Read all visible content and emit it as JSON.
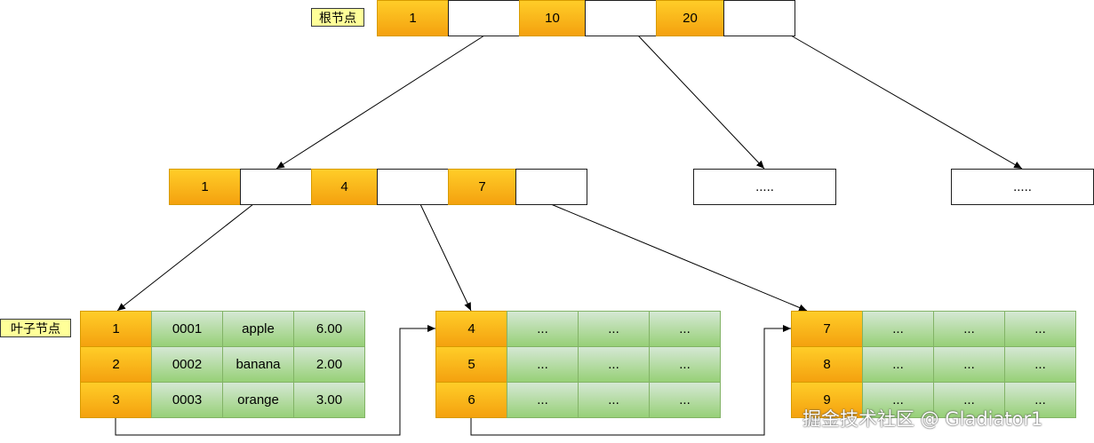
{
  "labels": {
    "root": "根节点",
    "leaf": "叶子节点"
  },
  "root": {
    "keys": [
      "1",
      "10",
      "20"
    ]
  },
  "internal": {
    "keys": [
      "1",
      "4",
      "7"
    ]
  },
  "placeholders": [
    ".....",
    "....."
  ],
  "leaves": [
    {
      "rows": [
        {
          "key": "1",
          "cols": [
            "0001",
            "apple",
            "6.00"
          ]
        },
        {
          "key": "2",
          "cols": [
            "0002",
            "banana",
            "2.00"
          ]
        },
        {
          "key": "3",
          "cols": [
            "0003",
            "orange",
            "3.00"
          ]
        }
      ]
    },
    {
      "rows": [
        {
          "key": "4",
          "cols": [
            "...",
            "...",
            "..."
          ]
        },
        {
          "key": "5",
          "cols": [
            "...",
            "...",
            "..."
          ]
        },
        {
          "key": "6",
          "cols": [
            "...",
            "...",
            "..."
          ]
        }
      ]
    },
    {
      "rows": [
        {
          "key": "7",
          "cols": [
            "...",
            "...",
            "..."
          ]
        },
        {
          "key": "8",
          "cols": [
            "...",
            "...",
            "..."
          ]
        },
        {
          "key": "9",
          "cols": [
            "...",
            "...",
            "..."
          ]
        }
      ]
    }
  ],
  "watermark": "掘金技术社区 @ Gladiator1"
}
